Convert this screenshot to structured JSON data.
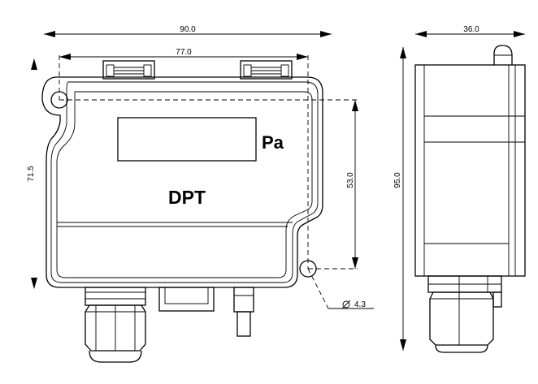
{
  "front_view": {
    "product_label": "DPT",
    "unit_label": "Pa"
  },
  "dimensions": {
    "overall_width": "90.0",
    "port_spacing": "77.0",
    "overall_height": "71.5",
    "hole_spacing": "53.0",
    "hole_diameter": "4.3",
    "side_height": "95.0",
    "side_depth": "36.0"
  }
}
